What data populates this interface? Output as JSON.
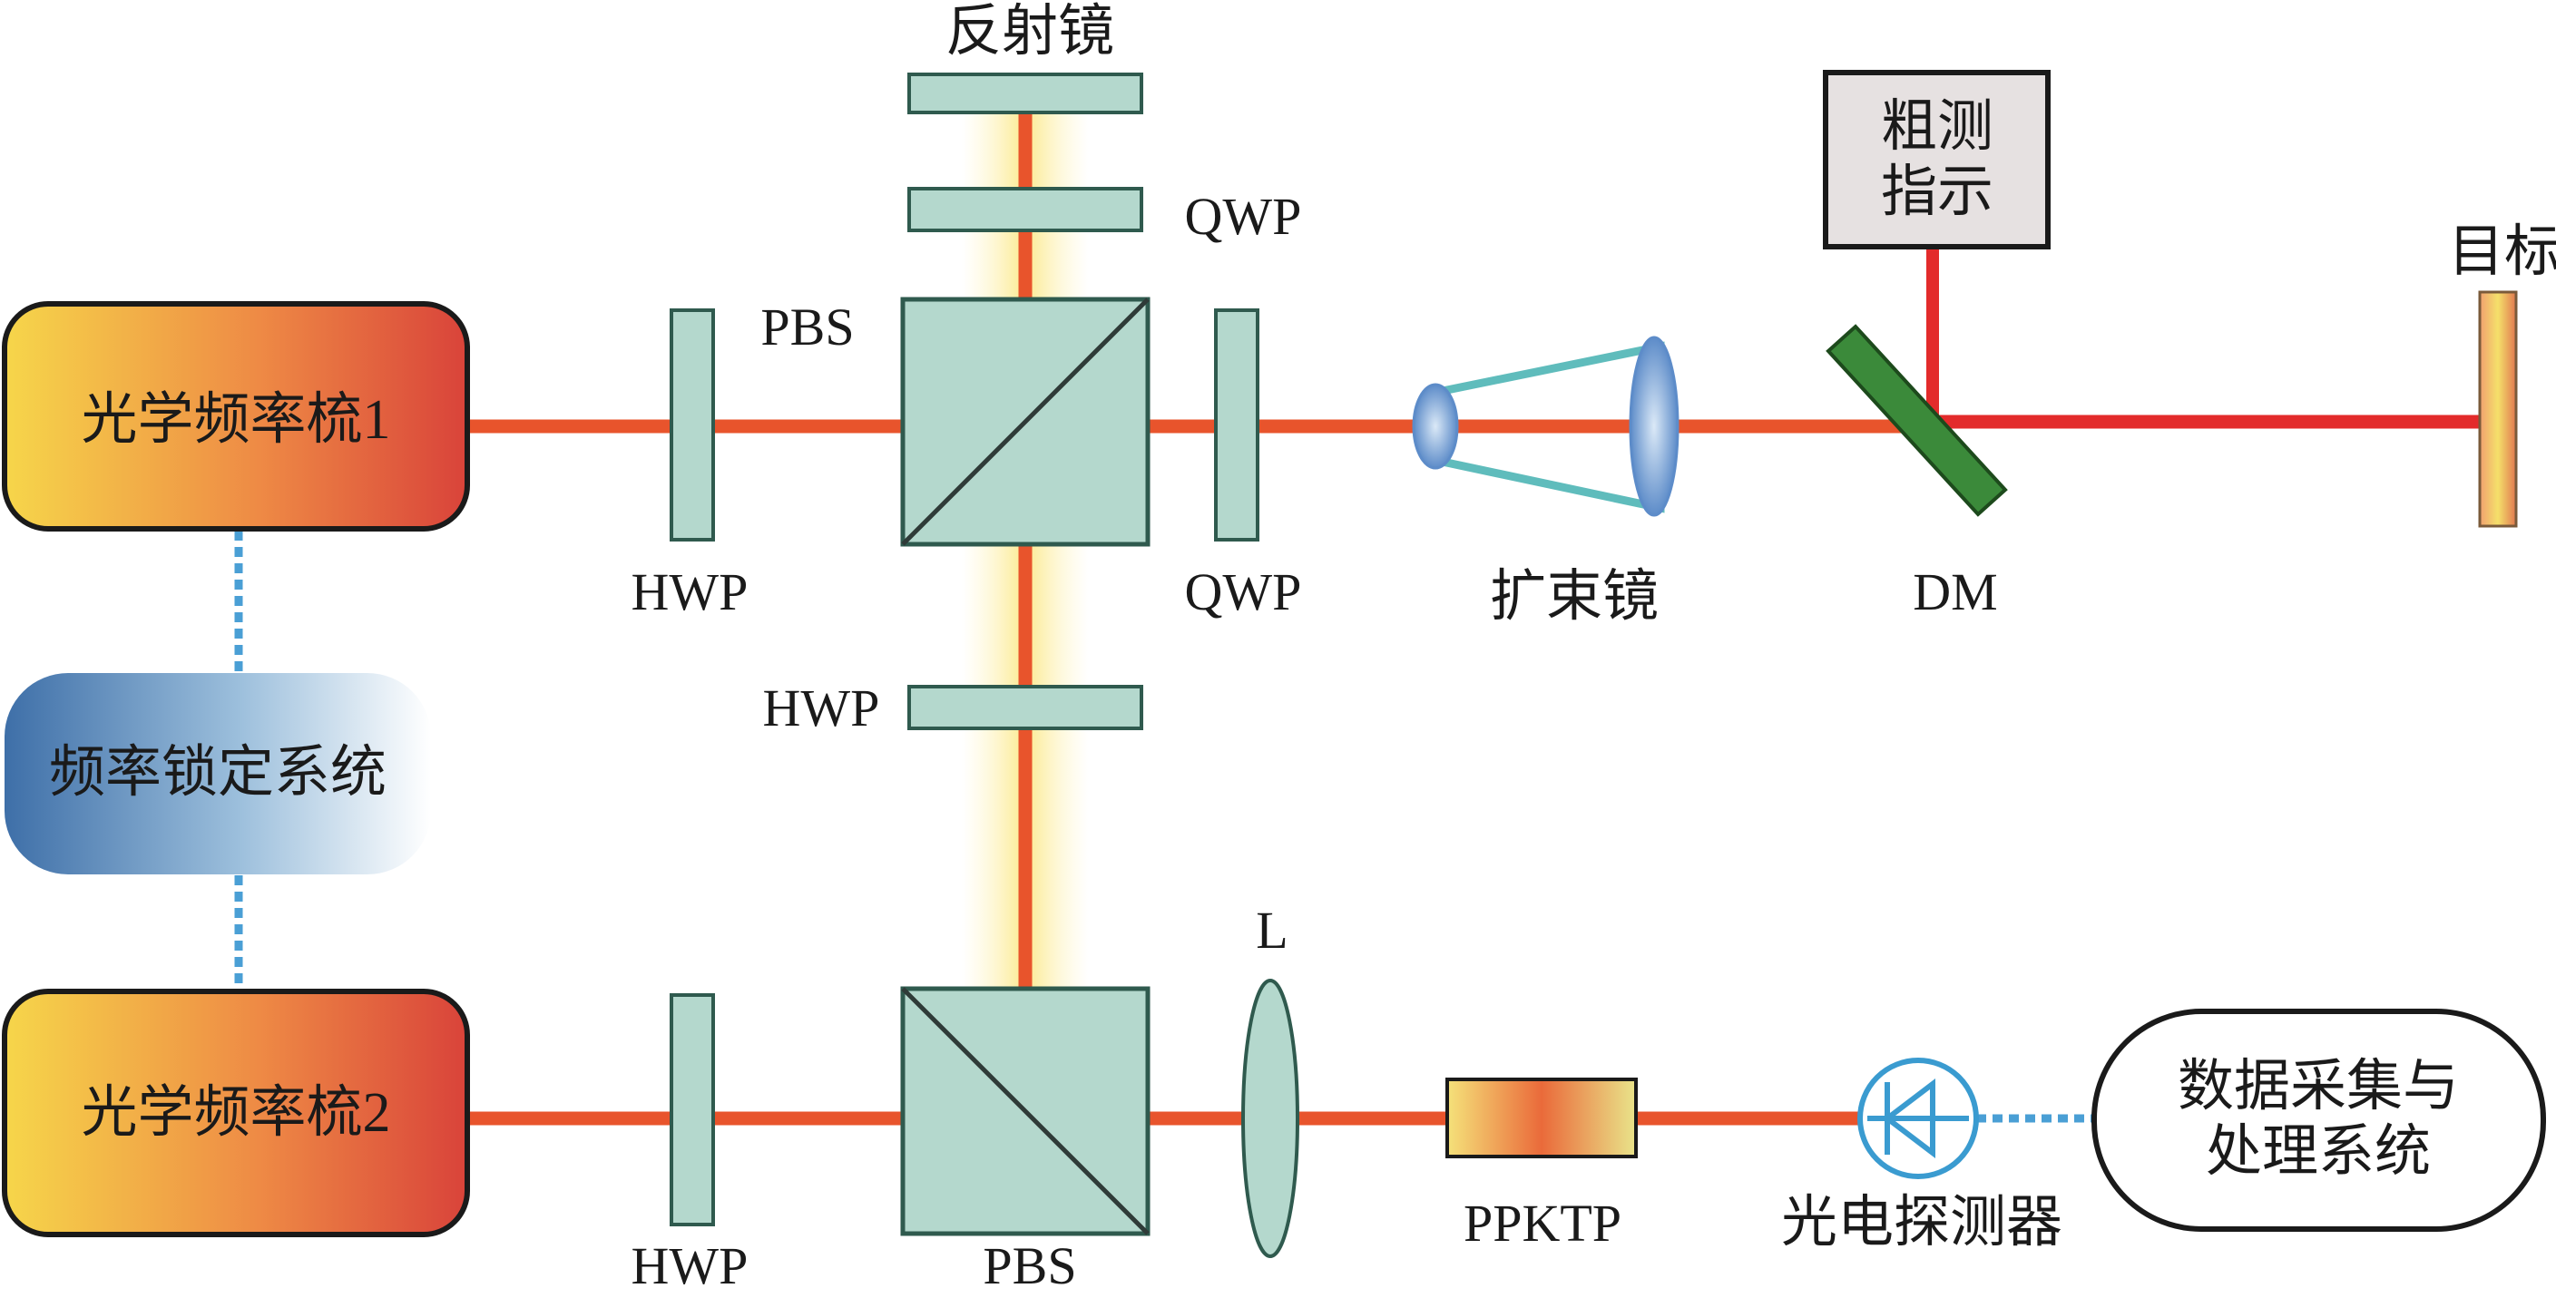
{
  "labels": {
    "comb1": "光学频率梳1",
    "comb2": "光学频率梳2",
    "lock_system": "频率锁定系统",
    "mirror": "反射镜",
    "qwp_top": "QWP",
    "qwp_right": "QWP",
    "pbs_top": "PBS",
    "pbs_bottom": "PBS",
    "hwp_top_left": "HWP",
    "hwp_mid": "HWP",
    "hwp_bottom": "HWP",
    "beam_expander": "扩束镜",
    "dm": "DM",
    "coarse_line1": "粗测",
    "coarse_line2": "指示",
    "target": "目标",
    "lens": "L",
    "ppktp": "PPKTP",
    "photodetector": "光电探测器",
    "daq_line1": "数据采集与",
    "daq_line2": "处理系统"
  },
  "colors": {
    "laser": "#e8542c",
    "laser_red": "#e32b2b",
    "optic_fill": "#b4d8cd",
    "optic_stroke": "#2f5a4e",
    "link_dashed": "#4a9fd5",
    "dm_green": "#3b8a3a",
    "detector": "#3a9bd0"
  }
}
